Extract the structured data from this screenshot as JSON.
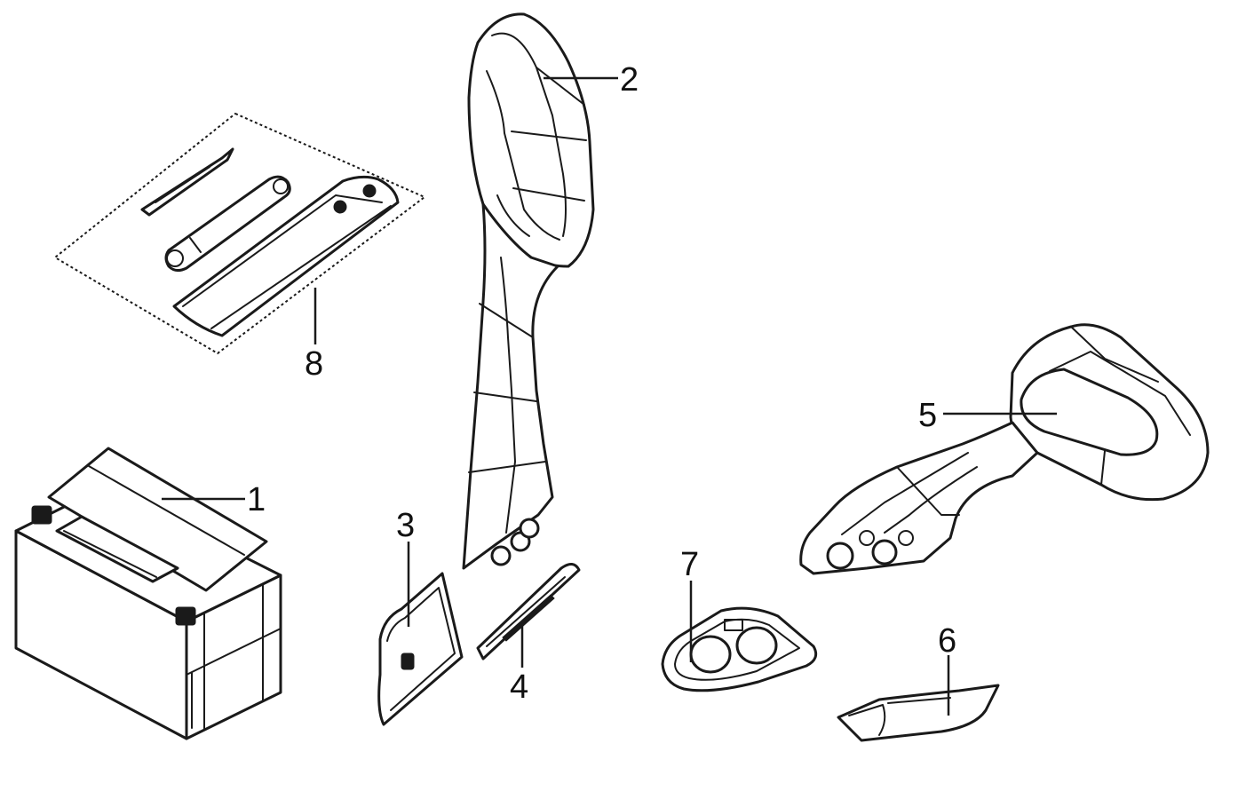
{
  "callouts": [
    {
      "id": "battery",
      "label": "1"
    },
    {
      "id": "left-mirror",
      "label": "2"
    },
    {
      "id": "cover-plate",
      "label": "3"
    },
    {
      "id": "small-trim",
      "label": "4"
    },
    {
      "id": "right-mirror",
      "label": "5"
    },
    {
      "id": "lower-trim",
      "label": "6"
    },
    {
      "id": "mirror-base",
      "label": "7"
    },
    {
      "id": "tool-kit",
      "label": "8"
    }
  ]
}
